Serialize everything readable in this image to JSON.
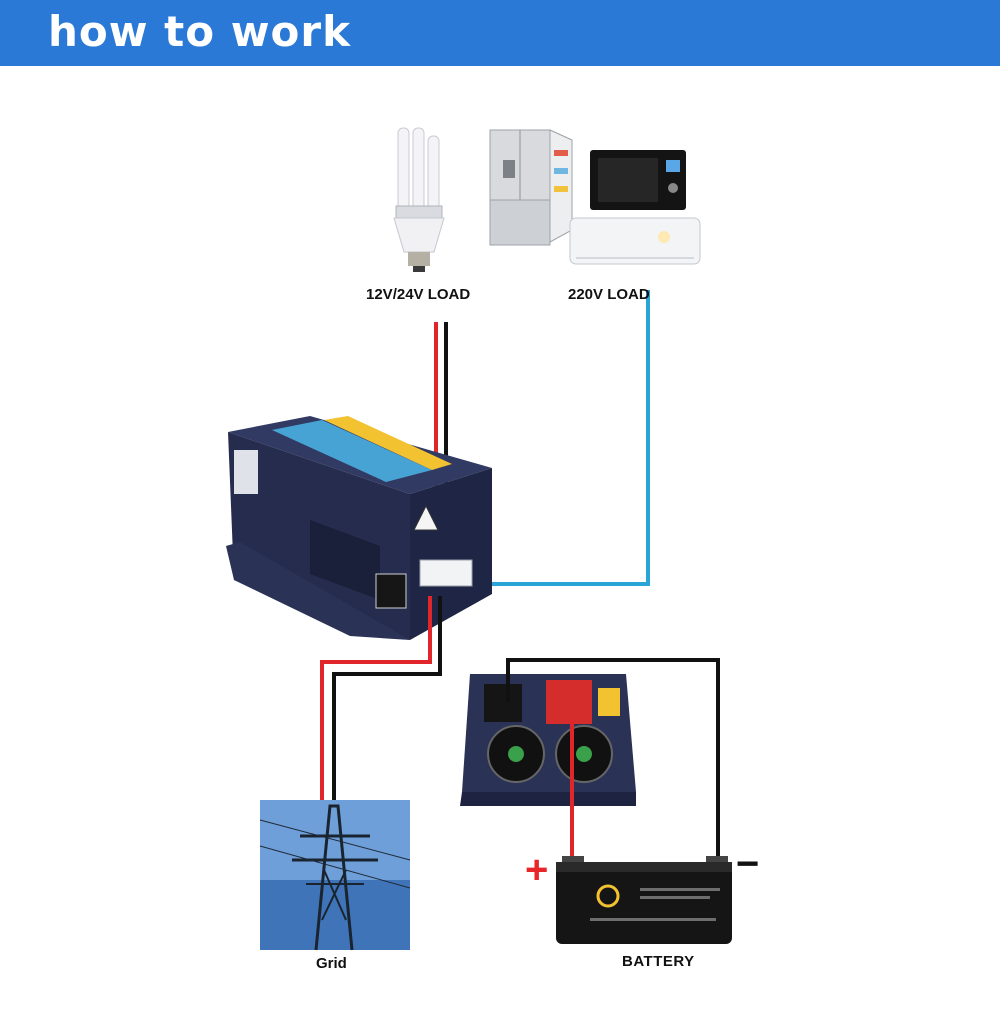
{
  "header": {
    "title": "how to work"
  },
  "labels": {
    "load_dc": "12V/24V LOAD",
    "load_ac": "220V LOAD",
    "grid": "Grid",
    "battery": "BATTERY",
    "battery_plus": "+",
    "battery_minus": "−"
  },
  "colors": {
    "banner": "#2b79d6",
    "wire_red": "#e0262a",
    "wire_black": "#111111",
    "wire_blue": "#2aa5d8",
    "inverter_body": "#2a3256",
    "accent_yellow": "#f2c230"
  },
  "icons": [
    "cfl-bulb-icon",
    "refrigerator-icon",
    "microwave-icon",
    "air-conditioner-icon",
    "inverter-icon",
    "power-tower-icon",
    "battery-icon"
  ]
}
